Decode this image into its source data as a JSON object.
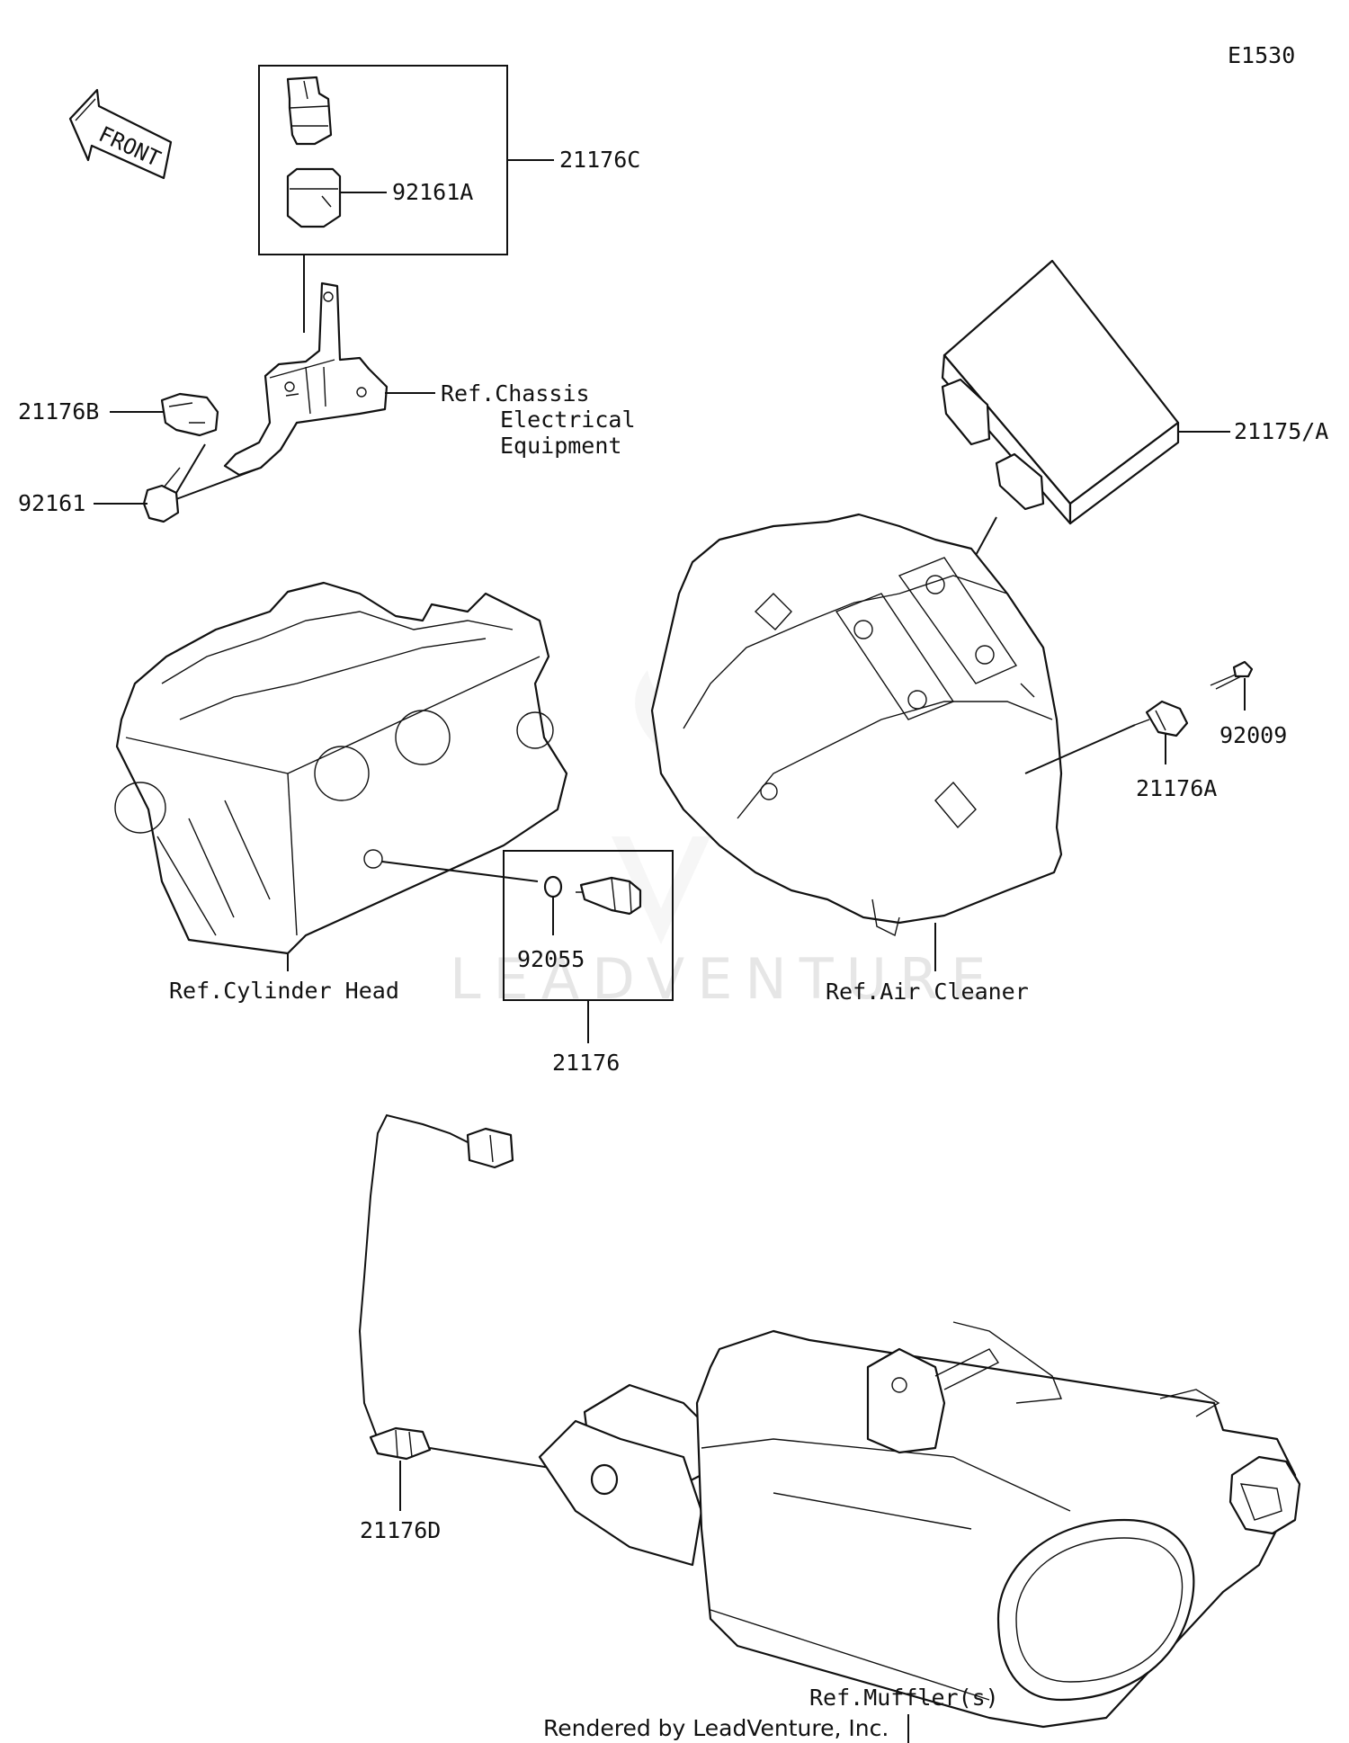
{
  "diagram_code": "E1530",
  "front_label": "FRONT",
  "watermark": "LEADVENTURE",
  "footer": "Rendered by LeadVenture, Inc.",
  "parts": {
    "p21176C": "21176C",
    "p92161A": "92161A",
    "p21176B": "21176B",
    "p92161": "92161",
    "p21175A": "21175/A",
    "p92009": "92009",
    "p21176A": "21176A",
    "p92055": "92055",
    "p21176": "21176",
    "p21176D": "21176D"
  },
  "refs": {
    "chassis_1": "Ref.Chassis",
    "chassis_2": "Electrical",
    "chassis_3": "Equipment",
    "cylinder_head": "Ref.Cylinder Head",
    "air_cleaner": "Ref.Air Cleaner",
    "muffler": "Ref.Muffler(s)"
  }
}
